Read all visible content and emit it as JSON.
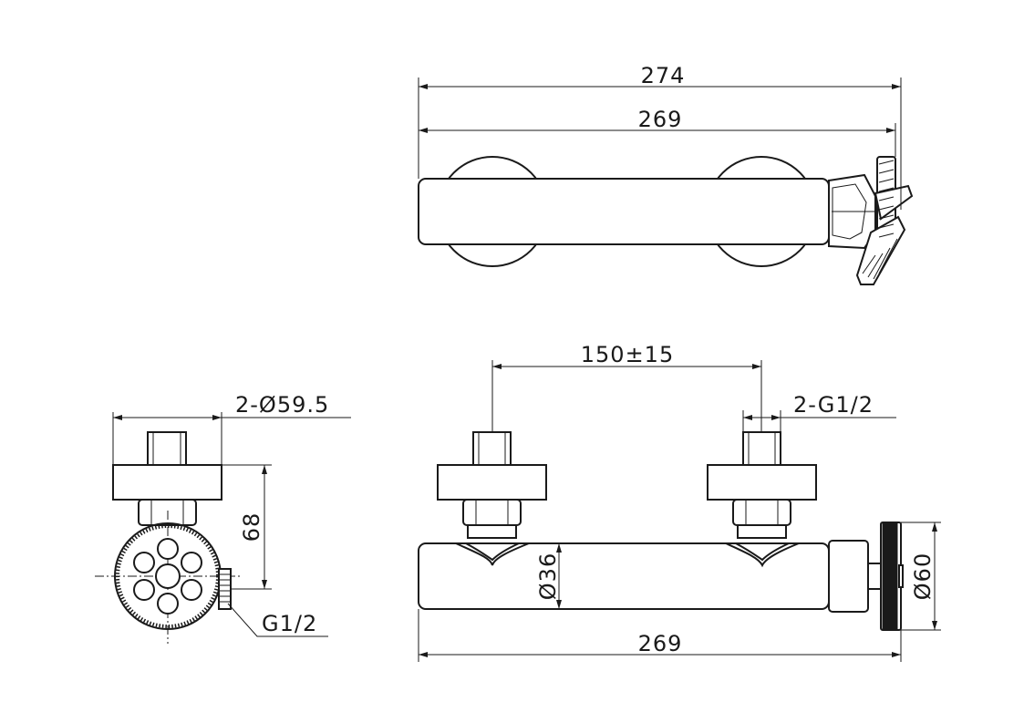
{
  "dimensions": {
    "top_overall": "274",
    "top_body": "269",
    "inlet_spacing": "150±15",
    "inlet_thread": "2-G1/2",
    "flange_dia": "2-Ø59.5",
    "side_height": "68",
    "outlet_thread": "G1/2",
    "body_dia": "Ø36",
    "handle_dia": "Ø60",
    "front_body": "269"
  },
  "colors": {
    "line": "#1a1a1a",
    "background": "#ffffff"
  }
}
